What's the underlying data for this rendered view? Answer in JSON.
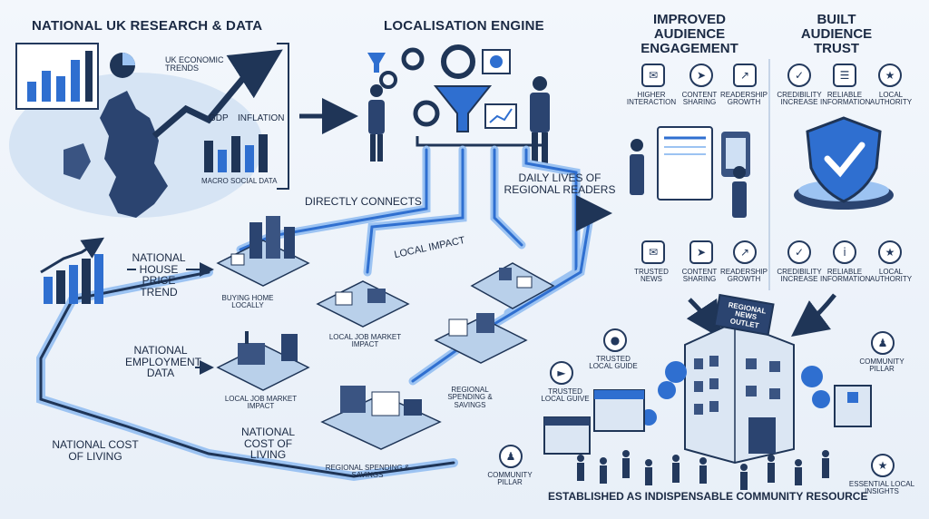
{
  "sections": {
    "research_title": "NATIONAL UK RESEARCH & DATA",
    "engine_title": "LOCALISATION ENGINE",
    "engagement_title": "IMPROVED AUDIENCE ENGAGEMENT",
    "trust_title": "BUILT AUDIENCE TRUST"
  },
  "research": {
    "economic_trends": "UK ECONOMIC TRENDS",
    "gdp": "GDP",
    "inflation": "INFLATION",
    "macro": "MACRO SOCIAL DATA"
  },
  "flow": {
    "directly_connects": "DIRECTLY CONNECTS",
    "local_impact": "LOCAL IMPACT",
    "daily_lives": "DAILY LIVES OF REGIONAL READERS"
  },
  "inputs": {
    "house_price": "NATIONAL HOUSE PRICE TREND",
    "employment": "NATIONAL EMPLOYMENT DATA",
    "cost_living_center": "NATIONAL COST OF LIVING",
    "cost_living_left": "NATIONAL COST OF LIVING"
  },
  "outputs": {
    "buying_home": "BUYING HOME LOCALLY",
    "job_market_1": "LOCAL JOB MARKET IMPACT",
    "job_market_2": "LOCAL JOB MARKET IMPACT",
    "spending_1": "REGIONAL SPENDING & SAVINGS",
    "spending_2": "REGIONAL SPENDING & SAVINGS"
  },
  "engagement_row1": [
    "HIGHER INTERACTION",
    "CONTENT SHARING",
    "READERSHIP GROWTH"
  ],
  "engagement_row2": [
    "TRUSTED NEWS",
    "CONTENT SHARING",
    "READERSHIP GROWTH"
  ],
  "trust_row1": [
    "CREDIBILITY INCREASE",
    "RELIABLE INFORMATION",
    "LOCAL AUTHORITY"
  ],
  "trust_row2": [
    "CREDIBILITY INCREASE",
    "RELIABLE INFORMATION",
    "LOCAL AUTHORITY"
  ],
  "community": {
    "building_sign": "REGIONAL NEWS OUTLET",
    "trusted_guide_1": "TRUSTED LOCAL GUIDE",
    "trusted_guide_2": "TRUSTED LOCAL GUIVE",
    "pillar_right": "COMMUNITY PILLAR",
    "pillar_left": "COMMUNITY PILLAR",
    "insights": "ESSENTIAL LOCAL INSIGHTS",
    "footer": "ESTABLISHED AS INDISPENSABLE COMMUNITY RESOURCE"
  },
  "colors": {
    "navy": "#1f3557",
    "blue": "#2f6fd0",
    "light_blue": "#9cc3f2",
    "ground": "#cfe0f4"
  }
}
